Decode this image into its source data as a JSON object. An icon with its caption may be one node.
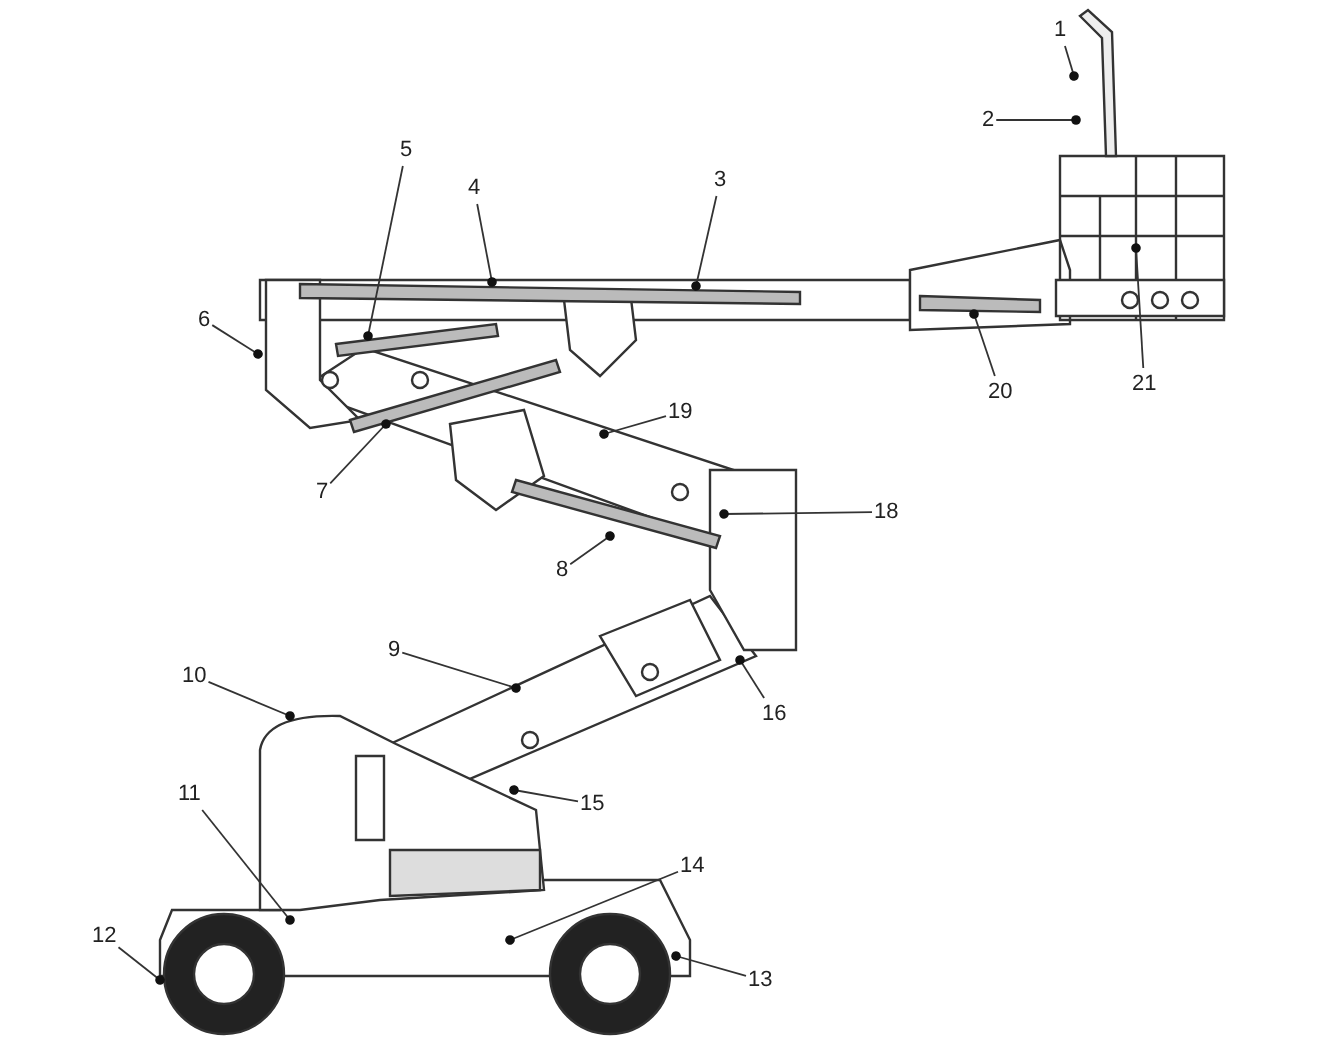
{
  "diagram": {
    "nodes": [
      {
        "text": [
          "1"
        ]
      },
      {
        "text": [
          "2"
        ]
      },
      {
        "text": [
          "3"
        ]
      },
      {
        "text": [
          "4"
        ]
      },
      {
        "text": [
          "5"
        ]
      },
      {
        "text": [
          "6"
        ]
      },
      {
        "text": [
          "7"
        ]
      },
      {
        "text": [
          "8"
        ]
      },
      {
        "text": [
          "9"
        ]
      },
      {
        "text": [
          "10"
        ]
      },
      {
        "text": [
          "11"
        ]
      },
      {
        "text": [
          "12"
        ]
      },
      {
        "text": [
          "13"
        ]
      },
      {
        "text": [
          "14"
        ]
      },
      {
        "text": [
          "15"
        ]
      },
      {
        "text": [
          "16"
        ]
      },
      {
        "text": [
          "18"
        ]
      },
      {
        "text": [
          "19"
        ]
      },
      {
        "text": [
          "20"
        ]
      },
      {
        "text": [
          "21"
        ]
      }
    ],
    "edges": [
      {
        "from": 0,
        "to": null,
        "arrow": "other"
      },
      {
        "from": 1,
        "to": null,
        "arrow": "other"
      },
      {
        "from": 2,
        "to": null,
        "arrow": "other"
      },
      {
        "from": 3,
        "to": null,
        "arrow": "other"
      },
      {
        "from": 4,
        "to": null,
        "arrow": "other"
      },
      {
        "from": 5,
        "to": null,
        "arrow": "other"
      },
      {
        "from": 6,
        "to": null,
        "arrow": "other"
      },
      {
        "from": 7,
        "to": null,
        "arrow": "other"
      },
      {
        "from": 8,
        "to": null,
        "arrow": "other"
      },
      {
        "from": 9,
        "to": null,
        "arrow": "other"
      },
      {
        "from": 10,
        "to": null,
        "arrow": "other"
      },
      {
        "from": 11,
        "to": null,
        "arrow": "other"
      },
      {
        "from": 12,
        "to": null,
        "arrow": "other"
      },
      {
        "from": 13,
        "to": null,
        "arrow": "other"
      },
      {
        "from": 14,
        "to": null,
        "arrow": "other"
      },
      {
        "from": 15,
        "to": null,
        "arrow": "other"
      },
      {
        "from": 16,
        "to": null,
        "arrow": "other"
      },
      {
        "from": 17,
        "to": null,
        "arrow": "other"
      },
      {
        "from": 18,
        "to": null,
        "arrow": "other"
      },
      {
        "from": 19,
        "to": null,
        "arrow": "other"
      }
    ]
  }
}
